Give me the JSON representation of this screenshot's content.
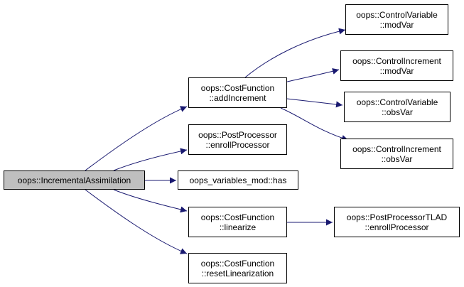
{
  "colors": {
    "edge": "#191970",
    "node_border": "#000000",
    "root_fill": "#bfbfbf",
    "node_fill": "#ffffff"
  },
  "nodes": {
    "root": {
      "line1": "oops::IncrementalAssimilation"
    },
    "addIncrement": {
      "line1": "oops::CostFunction",
      "line2": "::addIncrement"
    },
    "enrollProcessor": {
      "line1": "oops::PostProcessor",
      "line2": "::enrollProcessor"
    },
    "has": {
      "line1": "oops_variables_mod::has"
    },
    "linearize": {
      "line1": "oops::CostFunction",
      "line2": "::linearize"
    },
    "resetLinearization": {
      "line1": "oops::CostFunction",
      "line2": "::resetLinearization"
    },
    "cvModVar": {
      "line1": "oops::ControlVariable",
      "line2": "::modVar"
    },
    "ciModVar": {
      "line1": "oops::ControlIncrement",
      "line2": "::modVar"
    },
    "cvObsVar": {
      "line1": "oops::ControlVariable",
      "line2": "::obsVar"
    },
    "ciObsVar": {
      "line1": "oops::ControlIncrement",
      "line2": "::obsVar"
    },
    "tladEnroll": {
      "line1": "oops::PostProcessorTLAD",
      "line2": "::enrollProcessor"
    }
  },
  "edges": [
    [
      "root",
      "addIncrement"
    ],
    [
      "root",
      "enrollProcessor"
    ],
    [
      "root",
      "has"
    ],
    [
      "root",
      "linearize"
    ],
    [
      "root",
      "resetLinearization"
    ],
    [
      "addIncrement",
      "cvModVar"
    ],
    [
      "addIncrement",
      "ciModVar"
    ],
    [
      "addIncrement",
      "cvObsVar"
    ],
    [
      "addIncrement",
      "ciObsVar"
    ],
    [
      "linearize",
      "tladEnroll"
    ]
  ]
}
